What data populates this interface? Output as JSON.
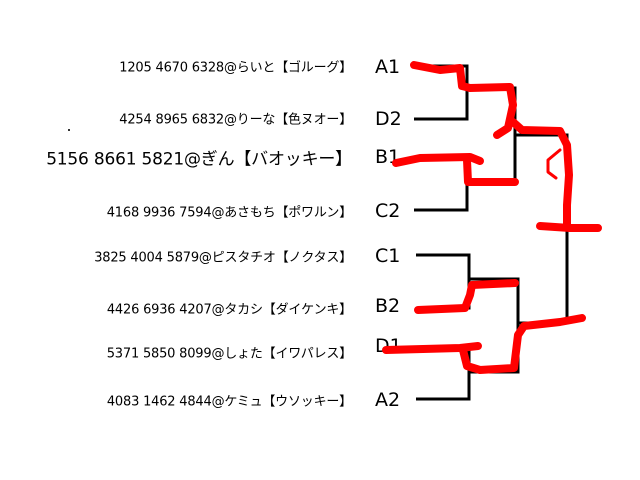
{
  "entries": [
    {
      "text": "1205 4670 6328@らいと【ゴルーグ】",
      "seed": "A1"
    },
    {
      "text": "4254 8965 6832@りーな【色ヌオー】",
      "seed": "D2"
    },
    {
      "text": "5156 8661 5821@ぎん【バオッキー】",
      "seed": "B1"
    },
    {
      "text": "4168 9936 7594@あさもち【ポワルン】",
      "seed": "C2"
    },
    {
      "text": "3825 4004 5879@ピスタチオ【ノクタス】",
      "seed": "C1"
    },
    {
      "text": "4426 6936 4207@タカシ【ダイケンキ】",
      "seed": "B2"
    },
    {
      "text": "5371 5850 8099@しょた【イワパレス】",
      "seed": "D1"
    },
    {
      "text": "4083 1462 4844@ケミュ【ウソッキー】",
      "seed": "A2"
    }
  ],
  "colors": {
    "bracket": "#000000",
    "marker": "#ff0000"
  }
}
